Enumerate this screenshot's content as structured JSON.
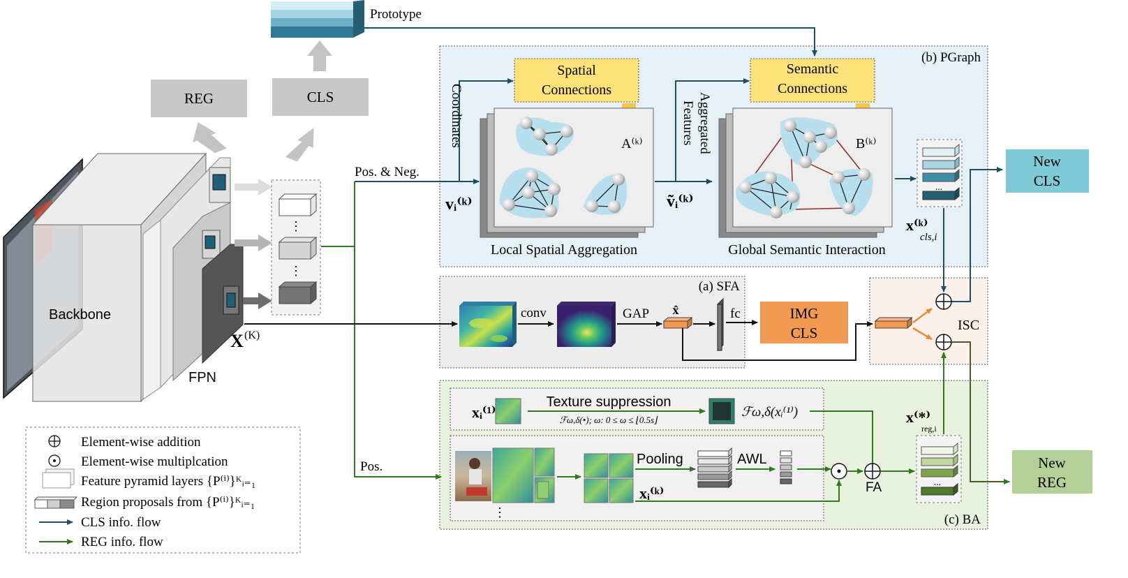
{
  "labels": {
    "prototype": "Prototype",
    "reg": "REG",
    "cls": "CLS",
    "backbone": "Backbone",
    "fpn": "FPN",
    "x_k": "X",
    "x_k_sup": "(K)",
    "pos_neg": "Pos. & Neg.",
    "pos": "Pos.",
    "new_cls_1": "New",
    "new_cls_2": "CLS",
    "new_reg_1": "New",
    "new_reg_2": "REG",
    "isc": "ISC",
    "fa": "FA",
    "fc": "fc",
    "conv": "conv",
    "gap": "GAP",
    "x_hat": "x̂",
    "img_cls_1": "IMG",
    "img_cls_2": "CLS",
    "pooling": "Pooling",
    "awl": "AWL",
    "texture_suppression": "Texture suppression",
    "texture_formula": "ℱω,δ(•); ω: 0 ≤ ω ≤ ⌊0.5s⌋",
    "texture_output": "ℱω,δ(xᵢ⁽¹⁾)",
    "xi1": "xᵢ⁽¹⁾",
    "xik": "xᵢ⁽ᵏ⁾",
    "x_reg": "x⁽*⁾",
    "x_reg_sub": "reg,i",
    "x_cls": "x⁽ᵏ⁾",
    "x_cls_sub": "cls,i",
    "vi": "vᵢ⁽ᵏ⁾",
    "vi_tilde": "ṽᵢ⁽ᵏ⁾",
    "coordinates": "Coordinates",
    "aggregated_1": "Aggregated",
    "aggregated_2": "Features",
    "spatial_1": "Spatial",
    "spatial_2": "Connections",
    "semantic_1": "Semantic",
    "semantic_2": "Connections",
    "a_k": "A⁽ᵏ⁾",
    "b_k": "B⁽ᵏ⁾",
    "local_spatial": "Local Spatial Aggregation",
    "global_semantic": "Global Semantic Interaction",
    "pgraph": "(b) PGraph",
    "sfa": "(a) SFA",
    "ba": "(c) BA",
    "ellipsis": "...",
    "vdots": "⋮"
  },
  "legend": [
    {
      "symbol": "⊕",
      "text": "Element-wise addition"
    },
    {
      "symbol": "⊙",
      "text": "Element-wise multiplcation"
    },
    {
      "symbol": "layers",
      "text": "Feature pyramid layers {P⁽ⁱ⁾}ᴷᵢ₌₁"
    },
    {
      "symbol": "proposals",
      "text": "Region proposals from {P⁽ⁱ⁾}ᴷᵢ₌₁"
    },
    {
      "symbol": "cls-arrow",
      "text": "CLS info. flow"
    },
    {
      "symbol": "reg-arrow",
      "text": "REG info. flow"
    }
  ],
  "colors": {
    "cls_flow": "#1f4e63",
    "reg_flow": "#2e7a1f",
    "pgraph_bg": "#e5f1f7",
    "sfa_bg": "#ededed",
    "ba_bg": "#e9f2df",
    "isc_bg": "#fbf1ea",
    "yellow_box": "#fde27a",
    "orange": "#f29a52",
    "new_cls": "#7ecad6",
    "new_reg": "#b4cf98",
    "gray_box": "#cfcfcf",
    "prototype": "#3a8ea6"
  }
}
